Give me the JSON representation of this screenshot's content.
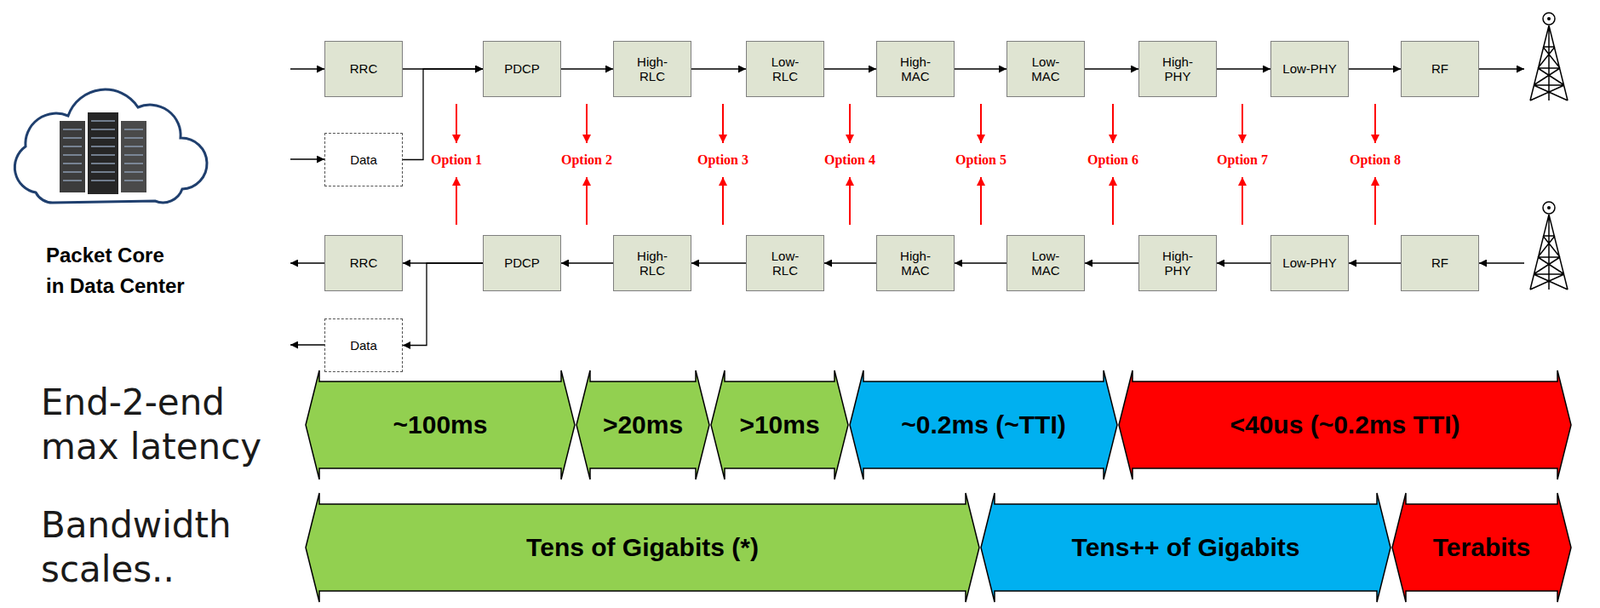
{
  "diagram": {
    "nodes": [
      {
        "text": [
          "RRC"
        ]
      },
      {
        "text": [
          "PDCP"
        ]
      },
      {
        "text": [
          "High-RLC"
        ]
      },
      {
        "text": [
          "Low-RLC"
        ]
      },
      {
        "text": [
          "High-MAC"
        ]
      },
      {
        "text": [
          "Low-MAC"
        ]
      },
      {
        "text": [
          "High-PHY"
        ]
      },
      {
        "text": [
          "Low-PHY"
        ]
      },
      {
        "text": [
          "RF"
        ]
      },
      {
        "text": [
          "Data"
        ]
      },
      {
        "text": [
          "RRC"
        ]
      },
      {
        "text": [
          "PDCP"
        ]
      },
      {
        "text": [
          "High-RLC"
        ]
      },
      {
        "text": [
          "Low-RLC"
        ]
      },
      {
        "text": [
          "High-MAC"
        ]
      },
      {
        "text": [
          "Low-MAC"
        ]
      },
      {
        "text": [
          "High-PHY"
        ]
      },
      {
        "text": [
          "Low-PHY"
        ]
      },
      {
        "text": [
          "RF"
        ]
      },
      {
        "text": [
          "Data"
        ]
      },
      {
        "text": [
          "~100ms"
        ]
      },
      {
        "text": [
          ">20ms"
        ]
      },
      {
        "text": [
          ">10ms"
        ]
      },
      {
        "text": [
          "~0.2ms (~TTI)"
        ]
      },
      {
        "text": [
          "<40us (~0.2ms TTI)"
        ]
      },
      {
        "text": [
          "Tens of Gigabits (*)"
        ]
      },
      {
        "text": [
          "Tens++ of Gigabits"
        ]
      },
      {
        "text": [
          "Terabits"
        ]
      }
    ],
    "edges": [
      {
        "from": 0,
        "to": 1,
        "arrow": "to"
      },
      {
        "from": 9,
        "to": 1,
        "arrow": "to"
      },
      {
        "from": 1,
        "to": 2,
        "arrow": "to"
      },
      {
        "from": 2,
        "to": 3,
        "arrow": "to"
      },
      {
        "from": 3,
        "to": 4,
        "arrow": "to"
      },
      {
        "from": 4,
        "to": 5,
        "arrow": "to"
      },
      {
        "from": 5,
        "to": 6,
        "arrow": "to"
      },
      {
        "from": 6,
        "to": 7,
        "arrow": "to"
      },
      {
        "from": 7,
        "to": 8,
        "arrow": "to"
      },
      {
        "from": 18,
        "to": 17,
        "arrow": "to"
      },
      {
        "from": 17,
        "to": 16,
        "arrow": "to"
      },
      {
        "from": 16,
        "to": 15,
        "arrow": "to"
      },
      {
        "from": 15,
        "to": 14,
        "arrow": "to"
      },
      {
        "from": 14,
        "to": 13,
        "arrow": "to"
      },
      {
        "from": 13,
        "to": 12,
        "arrow": "to"
      },
      {
        "from": 12,
        "to": 11,
        "arrow": "to"
      },
      {
        "from": 11,
        "to": 10,
        "arrow": "to"
      },
      {
        "from": 11,
        "to": 19,
        "arrow": "to"
      }
    ],
    "labels": [
      "Packet Core in Data Center",
      "Option 1",
      "Option 2",
      "Option 3",
      "Option 4",
      "Option 5",
      "Option 6",
      "Option 7",
      "Option 8",
      "End-2-end max latency",
      "Bandwidth scales.."
    ]
  }
}
